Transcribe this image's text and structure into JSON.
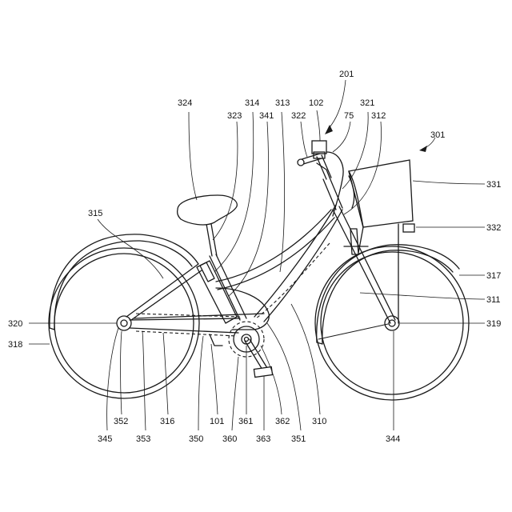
{
  "drawing": {
    "labels": [
      {
        "key": "l201",
        "text": "201"
      },
      {
        "key": "l324",
        "text": "324"
      },
      {
        "key": "l314",
        "text": "314"
      },
      {
        "key": "l313",
        "text": "313"
      },
      {
        "key": "l102",
        "text": "102"
      },
      {
        "key": "l321",
        "text": "321"
      },
      {
        "key": "l323",
        "text": "323"
      },
      {
        "key": "l341",
        "text": "341"
      },
      {
        "key": "l322",
        "text": "322"
      },
      {
        "key": "l75",
        "text": "75"
      },
      {
        "key": "l312",
        "text": "312"
      },
      {
        "key": "l301",
        "text": "301"
      },
      {
        "key": "l331",
        "text": "331"
      },
      {
        "key": "l315",
        "text": "315"
      },
      {
        "key": "l332",
        "text": "332"
      },
      {
        "key": "l317",
        "text": "317"
      },
      {
        "key": "l311",
        "text": "311"
      },
      {
        "key": "l320",
        "text": "320"
      },
      {
        "key": "l319",
        "text": "319"
      },
      {
        "key": "l318",
        "text": "318"
      },
      {
        "key": "l352",
        "text": "352"
      },
      {
        "key": "l316",
        "text": "316"
      },
      {
        "key": "l101",
        "text": "101"
      },
      {
        "key": "l361",
        "text": "361"
      },
      {
        "key": "l362",
        "text": "362"
      },
      {
        "key": "l310",
        "text": "310"
      },
      {
        "key": "l345",
        "text": "345"
      },
      {
        "key": "l353",
        "text": "353"
      },
      {
        "key": "l350",
        "text": "350"
      },
      {
        "key": "l360",
        "text": "360"
      },
      {
        "key": "l363",
        "text": "363"
      },
      {
        "key": "l351",
        "text": "351"
      },
      {
        "key": "l344",
        "text": "344"
      }
    ]
  }
}
